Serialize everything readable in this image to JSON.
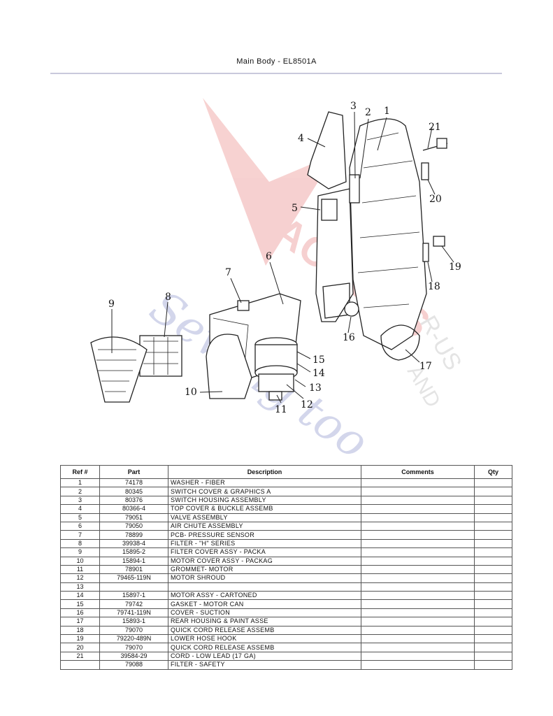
{
  "header": {
    "title": "Main Body - EL8501A"
  },
  "diagram": {
    "callouts": [
      "1",
      "2",
      "3",
      "4",
      "5",
      "6",
      "7",
      "8",
      "9",
      "10",
      "11",
      "12",
      "13",
      "14",
      "15",
      "16",
      "17",
      "18",
      "19",
      "20",
      "21"
    ],
    "watermark": {
      "line1": "VACUUMS",
      "line2": "R-US",
      "line3": "AND",
      "line4": "Sewing too"
    }
  },
  "table": {
    "headers": [
      "Ref #",
      "Part",
      "Description",
      "Comments",
      "Qty"
    ],
    "rows": [
      {
        "ref": "1",
        "part": "74178",
        "desc": "WASHER - FIBER",
        "comments": "",
        "qty": ""
      },
      {
        "ref": "2",
        "part": "80345",
        "desc": "SWITCH COVER & GRAPHICS A",
        "comments": "",
        "qty": ""
      },
      {
        "ref": "3",
        "part": "80376",
        "desc": "SWITCH HOUSING ASSEMBLY",
        "comments": "",
        "qty": ""
      },
      {
        "ref": "4",
        "part": "80366-4",
        "desc": "TOP COVER & BUCKLE ASSEMB",
        "comments": "",
        "qty": ""
      },
      {
        "ref": "5",
        "part": "79051",
        "desc": "VALVE ASSEMBLY",
        "comments": "",
        "qty": ""
      },
      {
        "ref": "6",
        "part": "79050",
        "desc": "AIR CHUTE ASSEMBLY",
        "comments": "",
        "qty": ""
      },
      {
        "ref": "7",
        "part": "78899",
        "desc": "PCB- PRESSURE SENSOR",
        "comments": "",
        "qty": ""
      },
      {
        "ref": "8",
        "part": "39938-4",
        "desc": "FILTER - \"H\" SERIES",
        "comments": "",
        "qty": ""
      },
      {
        "ref": "9",
        "part": "15895-2",
        "desc": "FILTER COVER ASSY - PACKA",
        "comments": "",
        "qty": ""
      },
      {
        "ref": "10",
        "part": "15894-1",
        "desc": "MOTOR COVER ASSY - PACKAG",
        "comments": "",
        "qty": ""
      },
      {
        "ref": "11",
        "part": "78901",
        "desc": "GROMMET- MOTOR",
        "comments": "",
        "qty": ""
      },
      {
        "ref": "12",
        "part": "79465-119N",
        "desc": "MOTOR SHROUD",
        "comments": "",
        "qty": ""
      },
      {
        "ref": "13",
        "part": "",
        "desc": "",
        "comments": "",
        "qty": ""
      },
      {
        "ref": "14",
        "part": "15897-1",
        "desc": "MOTOR ASSY - CARTONED",
        "comments": "",
        "qty": ""
      },
      {
        "ref": "15",
        "part": "79742",
        "desc": "GASKET - MOTOR CAN",
        "comments": "",
        "qty": ""
      },
      {
        "ref": "16",
        "part": "79741-119N",
        "desc": "COVER - SUCTION",
        "comments": "",
        "qty": ""
      },
      {
        "ref": "17",
        "part": "15893-1",
        "desc": "REAR HOUSING & PAINT ASSE",
        "comments": "",
        "qty": ""
      },
      {
        "ref": "18",
        "part": "79070",
        "desc": "QUICK CORD RELEASE ASSEMB",
        "comments": "",
        "qty": ""
      },
      {
        "ref": "19",
        "part": "79220-489N",
        "desc": "LOWER HOSE HOOK",
        "comments": "",
        "qty": ""
      },
      {
        "ref": "20",
        "part": "79070",
        "desc": "QUICK CORD RELEASE ASSEMB",
        "comments": "",
        "qty": ""
      },
      {
        "ref": "21",
        "part": "39584-29",
        "desc": "CORD - LOW LEAD (17 GA)",
        "comments": "",
        "qty": ""
      },
      {
        "ref": "",
        "part": "79088",
        "desc": "FILTER - SAFETY",
        "comments": "",
        "qty": ""
      }
    ]
  }
}
